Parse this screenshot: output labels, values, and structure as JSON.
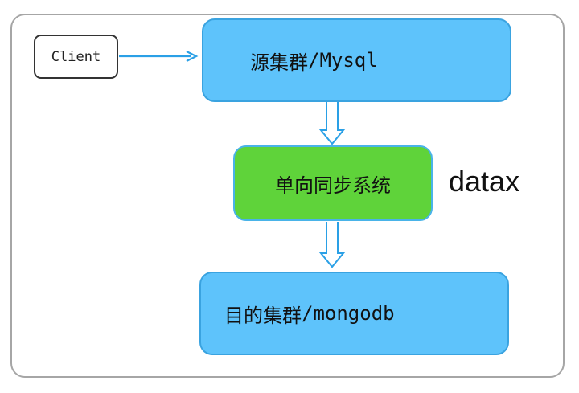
{
  "client": {
    "label": "Client"
  },
  "source": {
    "label_cjk": "源集群",
    "label_sep": "/",
    "label_name": "Mysql"
  },
  "sync": {
    "label": "单向同步系统"
  },
  "tool": {
    "label": "datax"
  },
  "destination": {
    "label_cjk": "目的集群",
    "label_sep": "/",
    "label_name": "mongodb"
  },
  "colors": {
    "cluster_fill": "#5ec3fb",
    "cluster_border": "#3aa3e0",
    "sync_fill": "#5fd33a",
    "arrow": "#3aa3e0",
    "frame": "#a6a6a6"
  }
}
